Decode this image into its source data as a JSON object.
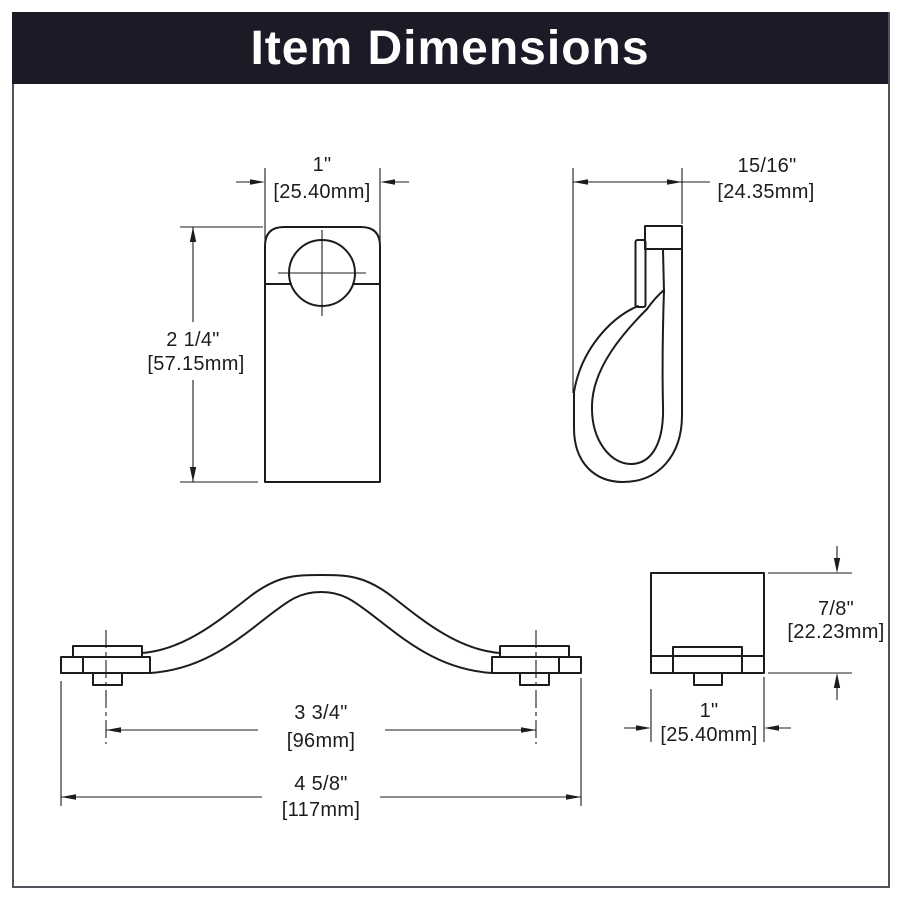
{
  "theme": {
    "header_bg": "#1b1b28",
    "header_text": "#ffffff",
    "line_color": "#1c1c1e",
    "text_color": "#1c1c1e",
    "page_bg": "#ffffff",
    "border_color": "#53535c"
  },
  "header": {
    "title": "Item Dimensions"
  },
  "views": {
    "front_tab": {
      "width_in": "1\"",
      "width_mm": "[25.40mm]",
      "height_in": "2 1/4\"",
      "height_mm": "[57.15mm]"
    },
    "side_profile": {
      "depth_in": "15/16\"",
      "depth_mm": "[24.35mm]"
    },
    "handle_front": {
      "center_to_center_in": "3 3/4\"",
      "center_to_center_mm": "[96mm]",
      "overall_length_in": "4 5/8\"",
      "overall_length_mm": "[117mm]"
    },
    "end_view": {
      "height_in": "7/8\"",
      "height_mm": "[22.23mm]",
      "width_in": "1\"",
      "width_mm": "[25.40mm]"
    }
  }
}
